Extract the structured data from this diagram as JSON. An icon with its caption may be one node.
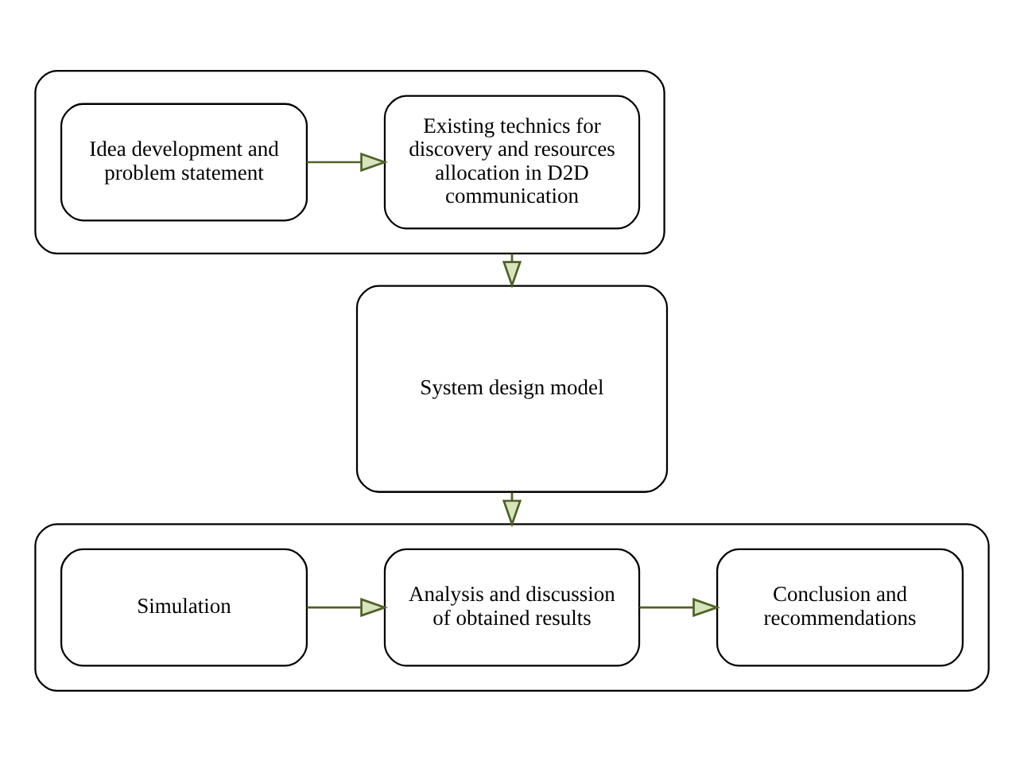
{
  "diagram": {
    "nodes": [
      {
        "text": [],
        "shape": "box"
      },
      {
        "text": [
          "Idea development and problem statement"
        ],
        "in": 0
      },
      {
        "text": [
          "Existing technics for discovery and resources allocation in D2D communication"
        ],
        "in": 0
      },
      {
        "text": [
          "System design model"
        ]
      },
      {
        "text": [],
        "shape": "box"
      },
      {
        "text": [
          "Simulation"
        ],
        "in": 4
      },
      {
        "text": [
          "Analysis and discussion of obtained results"
        ],
        "in": 4
      },
      {
        "text": [
          "Conclusion and recommendations"
        ],
        "in": 4
      }
    ],
    "edges": [
      {
        "from": 1,
        "to": 2,
        "arrow": "to"
      },
      {
        "from": 0,
        "to": 3,
        "arrow": "to"
      },
      {
        "from": 3,
        "to": 4,
        "arrow": "to"
      },
      {
        "from": 5,
        "to": 6,
        "arrow": "to"
      },
      {
        "from": 6,
        "to": 7,
        "arrow": "to"
      }
    ]
  }
}
